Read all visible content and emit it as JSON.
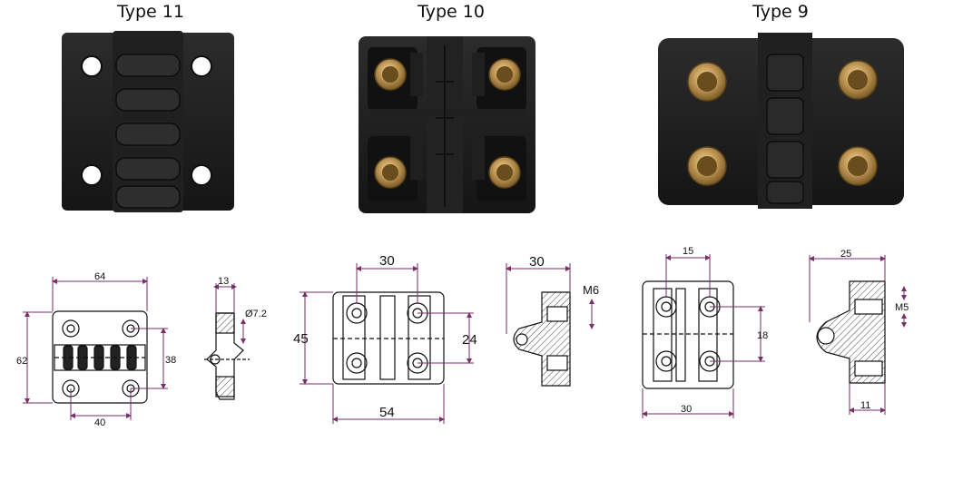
{
  "titles": {
    "type11": "Type 11",
    "type10": "Type 10",
    "type9": "Type 9"
  },
  "type11_dims": {
    "width": "64",
    "height": "62",
    "hole_pitch_v": "38",
    "hole_pitch_h": "40",
    "side_thickness": "13",
    "hole_diameter": "Ø7.2"
  },
  "type10_dims": {
    "top_pitch": "30",
    "height": "45",
    "hole_pitch_v": "24",
    "width": "54",
    "side_depth": "30",
    "thread": "M6"
  },
  "type9_dims": {
    "top_pitch": "15",
    "hole_pitch_v": "18",
    "width": "30",
    "side_depth": "25",
    "thread": "M5",
    "bottom": "11"
  },
  "colors": {
    "body": "#1b1b1b",
    "brass": "#c9a15e",
    "dimension_line": "#7a2f6b",
    "hatch": "#555555"
  }
}
